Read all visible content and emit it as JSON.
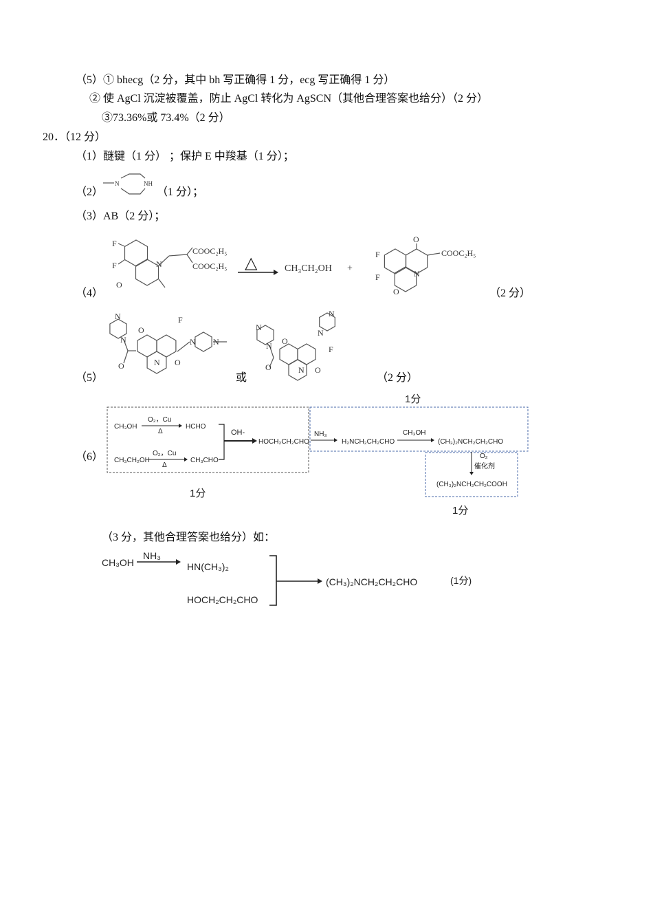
{
  "q19": {
    "part5_1": "（5）① bhecg（2 分，其中  bh 写正确得  1 分，ecg 写正确得  1 分）",
    "part5_2": "② 使  AgCl 沉淀被覆盖，防止  AgCl 转化为 AgSCN（其他合理答案也给分）（2 分）",
    "part5_3": "③73.36%或  73.4%（2 分）"
  },
  "q20": {
    "header": "20．（12 分）",
    "part1": "（1）醚键（1 分） ；保护  E  中羧基（1 分）；",
    "part2_label": "（2）",
    "part2_points": "（1 分）；",
    "part2_atoms": {
      "n": "N",
      "nh": "NH"
    },
    "part3": "（3）AB（2 分）；",
    "part4_label": "（4）",
    "part4_points": "（2 分）",
    "part4_scheme": {
      "reactant_f1": "F",
      "reactant_f2": "F",
      "reactant_o": "O",
      "reactant_n": "N",
      "ester1": "COOC₂H₅",
      "ester2": "COOC₂H₅",
      "condition": "△",
      "byproduct": "CH₃CH₂OH",
      "plus": "+",
      "product_o_keto": "O",
      "product_ester": "COOC₂H₅",
      "product_f1": "F",
      "product_f2": "F",
      "product_n": "N",
      "product_o": "O"
    },
    "part5_label": "（5）",
    "part5_or": "或",
    "part5_points": "（2 分）",
    "part5_atoms": {
      "n": "N",
      "o": "O",
      "f": "F"
    },
    "part6_label": "（6）",
    "part6_scheme": {
      "box1_points": "1分",
      "box2_points": "1分",
      "box3_points": "1分",
      "methanol": "CH₃OH",
      "cond_oxidation": "O₂，Cu",
      "heat": "Δ",
      "formaldehyde": "HCHO",
      "ethanol": "CH₃CH₂OH",
      "acetaldehyde": "CH₃CHO",
      "base": "OH-",
      "hydroxy_aldehyde": "HOCH₂CH₂CHO",
      "ammonia": "NH₃",
      "amino_aldehyde": "H₂NCH₂CH₂CHO",
      "methanol_reagent": "CH₃OH",
      "dimethylamino_aldehyde": "(CH₃)₂NCH₂CH₂CHO",
      "oxygen": "O₂",
      "catalyst": "催化剂",
      "final_acid": "(CH₃)₂NCH₂CH₂COOH"
    },
    "part6_note": "（3 分，其他合理答案也给分）如：",
    "alt_scheme": {
      "methanol": "CH₃OH",
      "ammonia": "NH₃",
      "dimethylamine": "HN(CH₃)₂",
      "hydroxy_aldehyde": "HOCH₂CH₂CHO",
      "product": "(CH₃)₂NCH₂CH₂CHO",
      "points": "(1分)"
    }
  },
  "colors": {
    "text": "#111111",
    "box_gray": "#555555",
    "box_blue": "#4a6aa8"
  }
}
